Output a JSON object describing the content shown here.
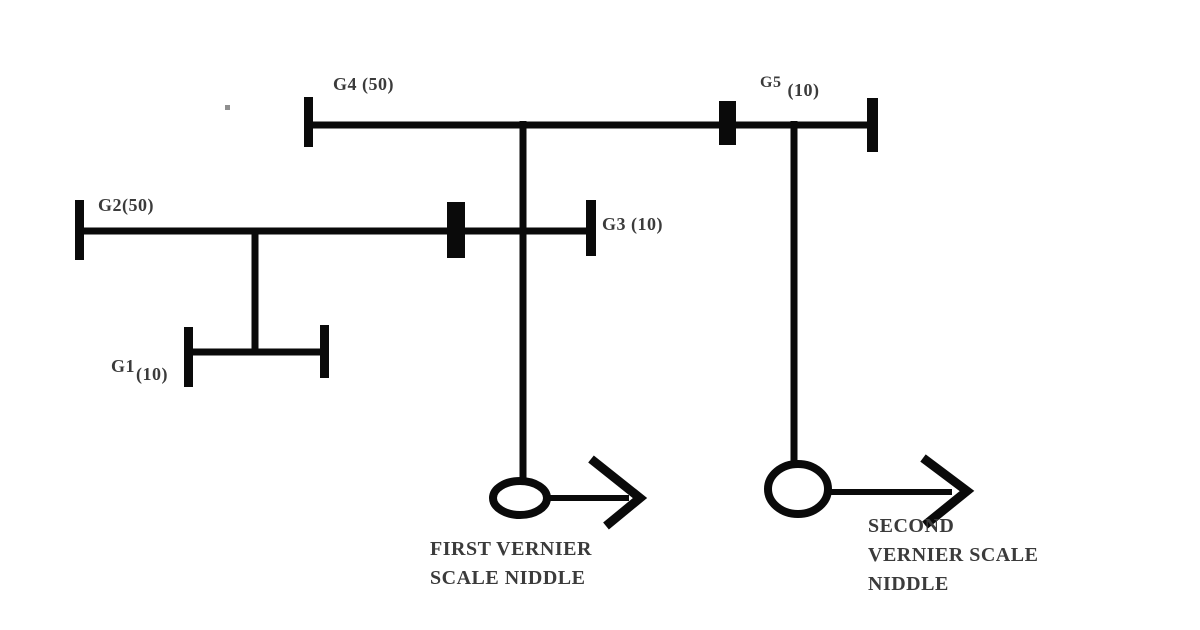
{
  "figure": {
    "background_color": "#ffffff",
    "ink_color": "#0a0a0a",
    "label_color": "#3b3b3b",
    "gear_labels": {
      "g1_name": "G1",
      "g1_value": "(10)",
      "g2": "G2(50)",
      "g3": "G3 (10)",
      "g4": "G4 (50)",
      "g5_name": "G5",
      "g5_value": "(10)"
    },
    "captions": {
      "first_needle": "FIRST VERNIER\nSCALE NIDDLE",
      "second_needle": "SECOND\nVERNIER SCALE\nNIDDLE"
    }
  }
}
